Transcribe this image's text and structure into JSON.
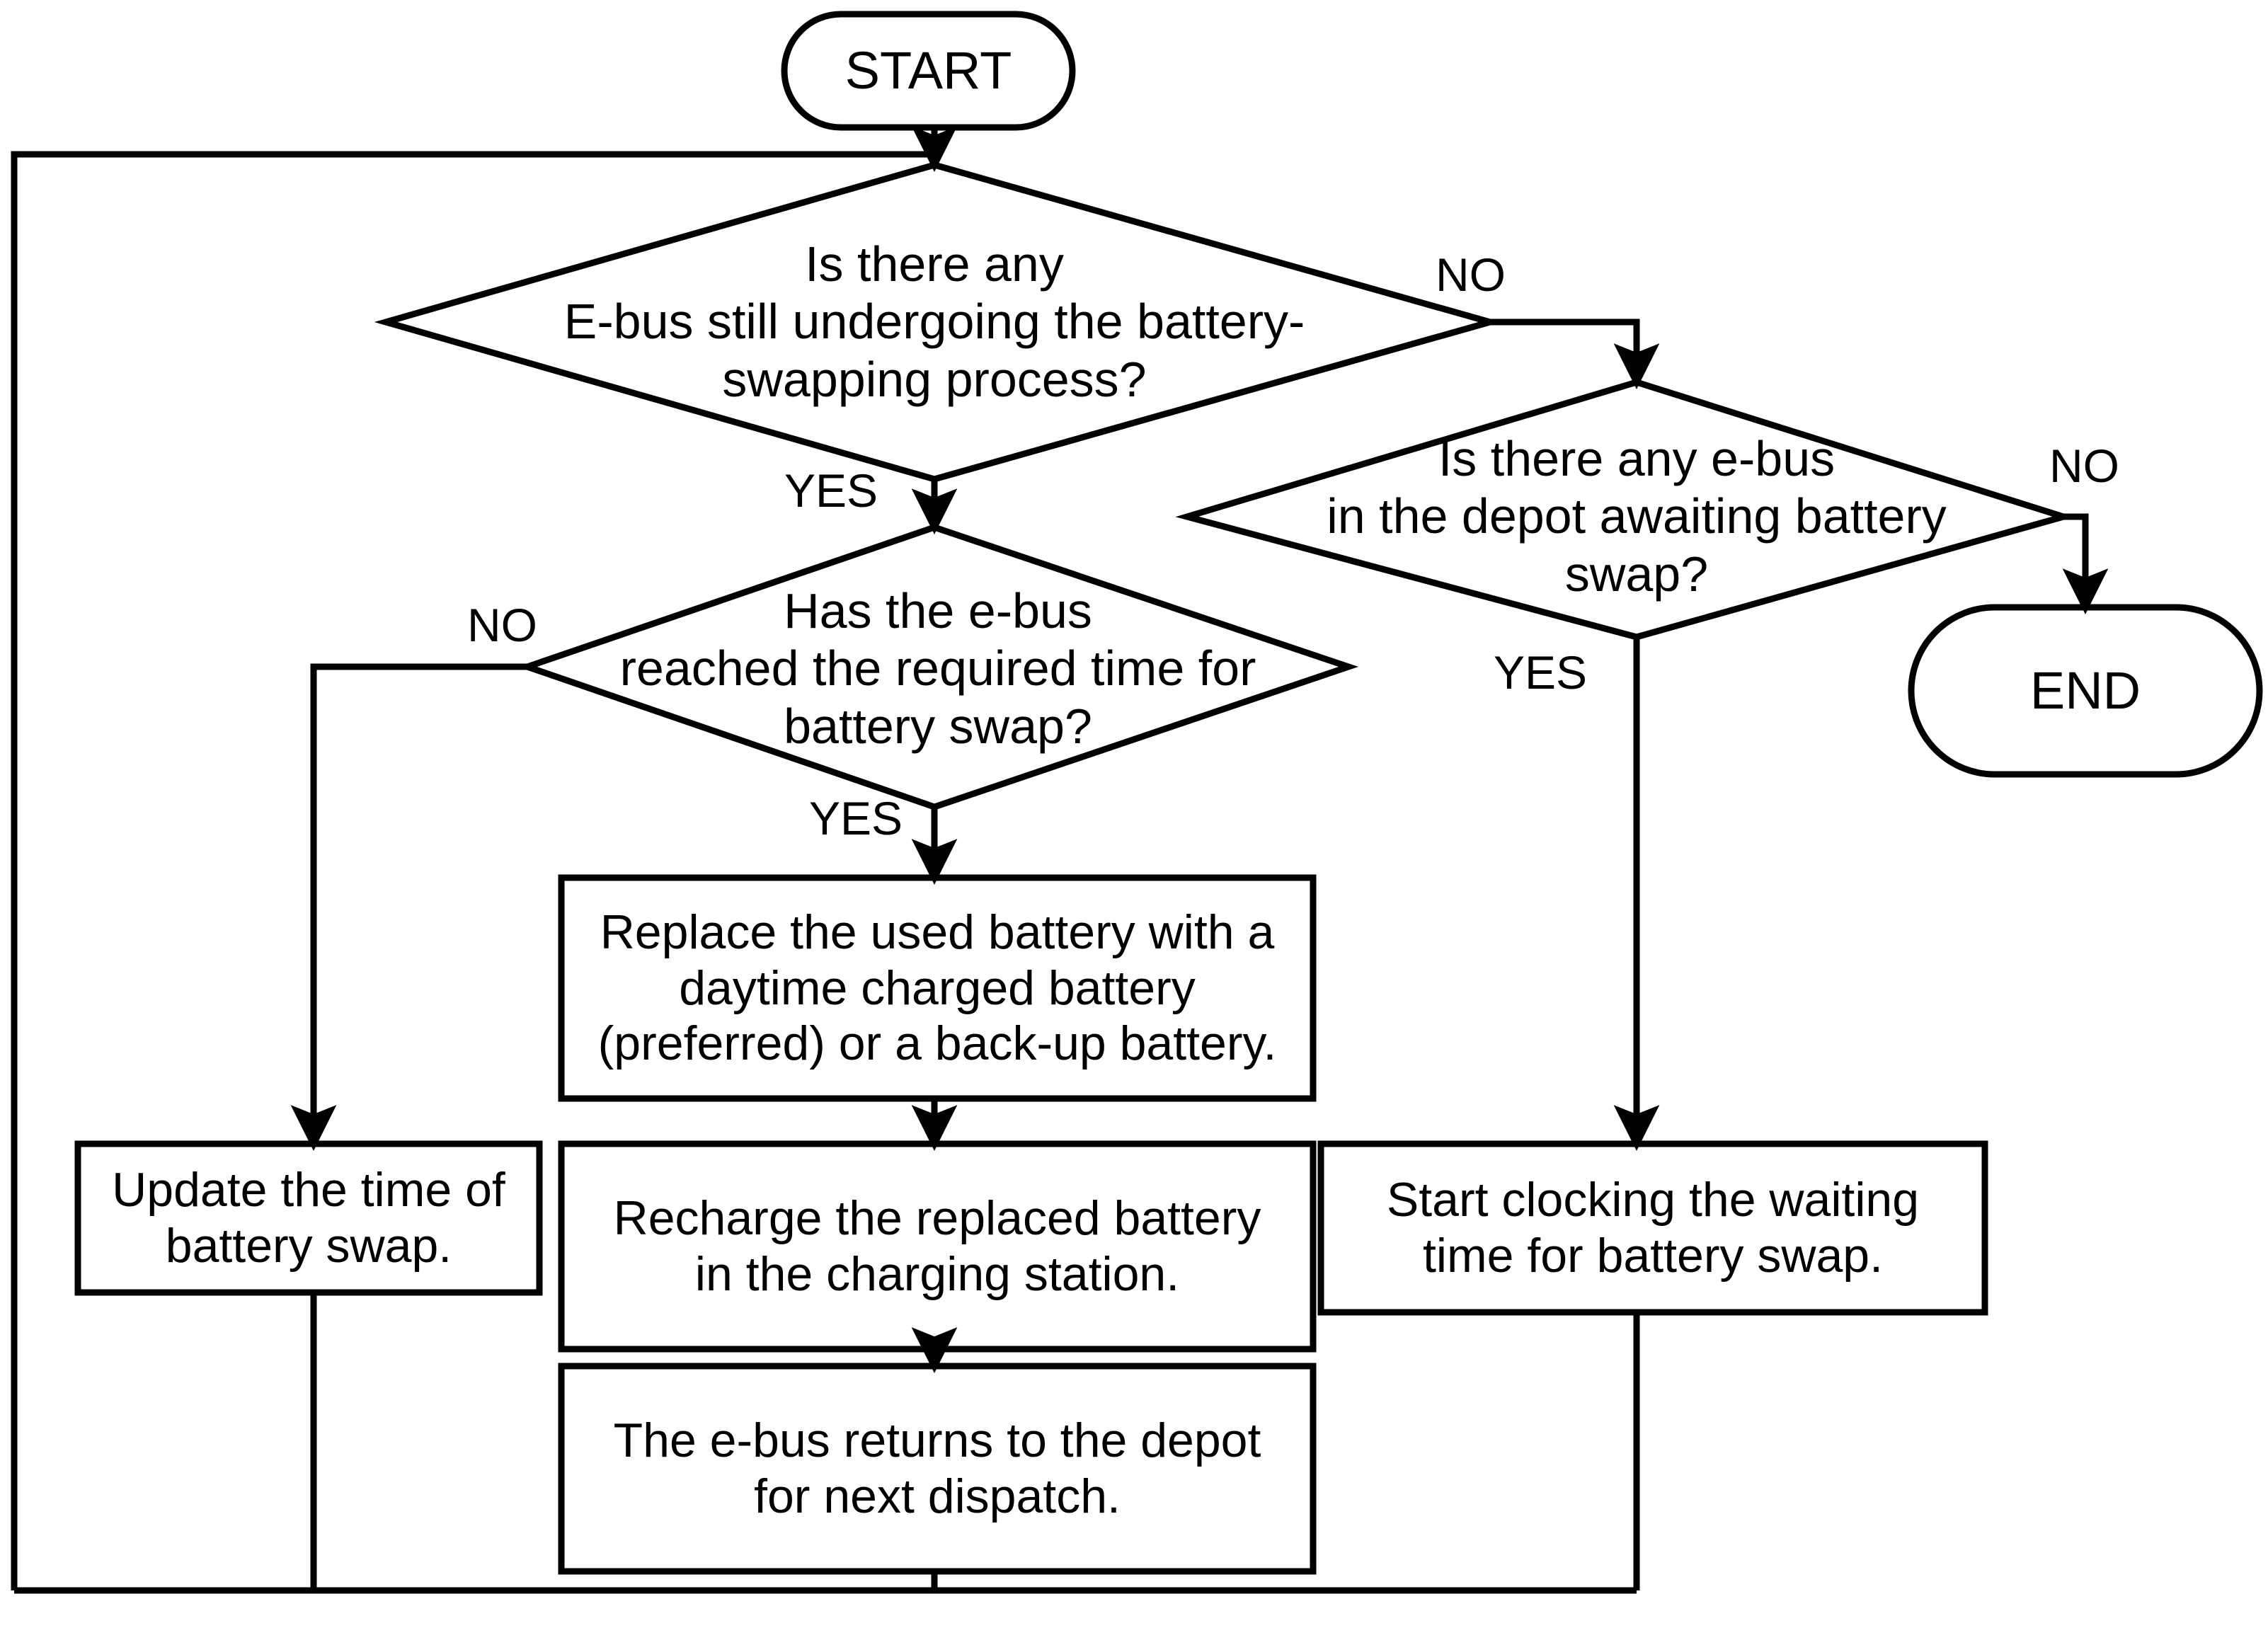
{
  "diagram": {
    "title": "E-bus battery swapping process flowchart",
    "type": "flowchart",
    "stroke_color": "#000000",
    "fill_color": "#ffffff",
    "background_color": "#ffffff"
  },
  "nodes": {
    "start": {
      "label": "START",
      "shape": "terminator"
    },
    "end": {
      "label": "END",
      "shape": "terminator"
    },
    "decision_swapping": {
      "label": "Is there any\nE-bus still undergoing the battery-\nswapping process?",
      "shape": "decision"
    },
    "decision_awaiting": {
      "label": "Is there any e-bus\nin the depot awaiting battery\nswap?",
      "shape": "decision"
    },
    "decision_required_time": {
      "label": "Has the e-bus\nreached the required time for\nbattery swap?",
      "shape": "decision"
    },
    "process_replace": {
      "label": "Replace the used battery with a\ndaytime charged battery\n(preferred) or a back-up battery.",
      "shape": "process"
    },
    "process_update": {
      "label": "Update the time of\nbattery swap.",
      "shape": "process"
    },
    "process_recharge": {
      "label": "Recharge the replaced battery\nin the charging station.",
      "shape": "process"
    },
    "process_clock": {
      "label": "Start clocking the waiting\ntime for battery swap.",
      "shape": "process"
    },
    "process_return": {
      "label": "The e-bus returns to the depot\nfor next dispatch.",
      "shape": "process"
    }
  },
  "edge_labels": {
    "swapping_no": "NO",
    "swapping_yes": "YES",
    "awaiting_no": "NO",
    "awaiting_yes": "YES",
    "required_time_no": "NO",
    "required_time_yes": "YES"
  },
  "edges": [
    {
      "from": "start",
      "to": "decision_swapping",
      "label": ""
    },
    {
      "from": "decision_swapping",
      "to": "decision_awaiting",
      "label": "NO"
    },
    {
      "from": "decision_swapping",
      "to": "decision_required_time",
      "label": "YES"
    },
    {
      "from": "decision_required_time",
      "to": "process_update",
      "label": "NO"
    },
    {
      "from": "decision_required_time",
      "to": "process_replace",
      "label": "YES"
    },
    {
      "from": "process_replace",
      "to": "process_recharge",
      "label": ""
    },
    {
      "from": "process_recharge",
      "to": "process_return",
      "label": ""
    },
    {
      "from": "decision_awaiting",
      "to": "end",
      "label": "NO"
    },
    {
      "from": "decision_awaiting",
      "to": "process_clock",
      "label": "YES"
    },
    {
      "from": "process_update",
      "to": "decision_swapping",
      "label": ""
    },
    {
      "from": "process_return",
      "to": "decision_swapping",
      "label": ""
    },
    {
      "from": "process_clock",
      "to": "decision_swapping",
      "label": ""
    }
  ]
}
